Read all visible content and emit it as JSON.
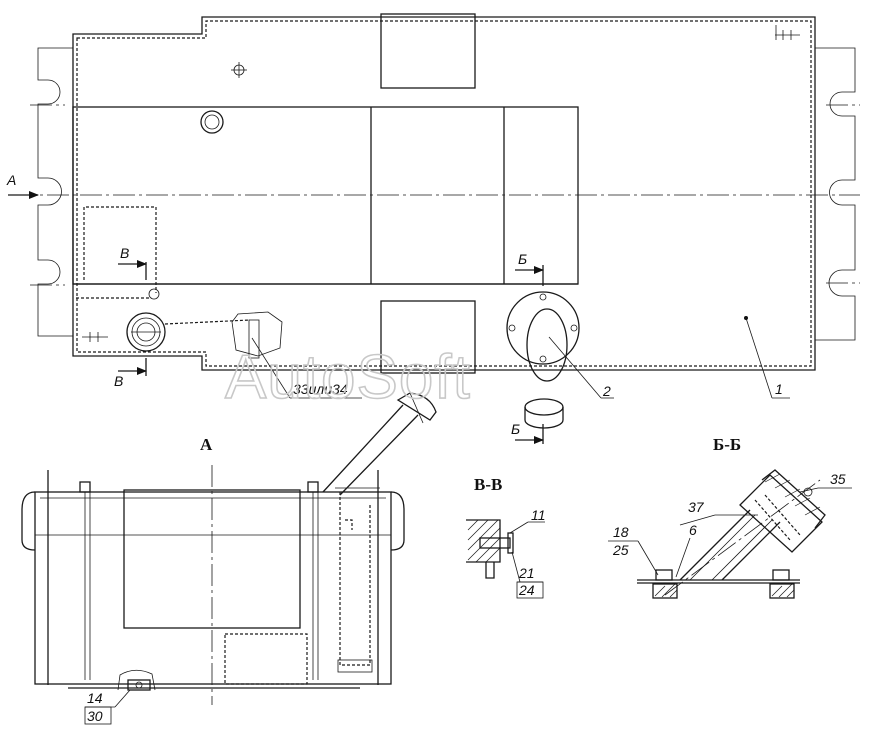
{
  "views": {
    "view_a": "А",
    "section_bb": "Б-Б",
    "section_vv": "В-В"
  },
  "markers": {
    "a": "А",
    "b_top": "Б",
    "b_bottom": "Б",
    "v_top": "В",
    "v_bottom": "В"
  },
  "callouts": {
    "c1": "1",
    "c2": "2",
    "c33_34": "33или34",
    "c11": "11",
    "c21": "21",
    "c24": "24",
    "c18": "18",
    "c25": "25",
    "c6": "6",
    "c37": "37",
    "c35": "35",
    "c14": "14",
    "c30": "30"
  },
  "watermark": "AutoSoft"
}
